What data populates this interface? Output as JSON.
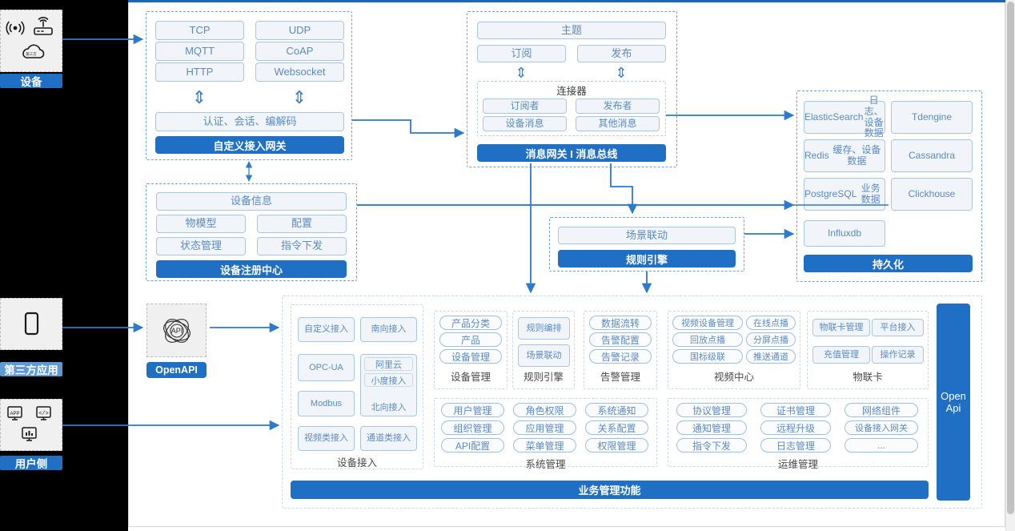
{
  "left_rail": {
    "blocks": [
      {
        "label": "设备",
        "icons": [
          "signal-waves-icon",
          "router-icon",
          "cloud-icon"
        ],
        "chip_color": "#1f6fc4"
      },
      {
        "label": "第三方应用",
        "icons": [
          "mobile-phone-icon"
        ],
        "chip_color": "#5f9ad6"
      },
      {
        "label": "用户侧",
        "icons": [
          "app-window-icon",
          "code-window-icon",
          "dashboard-window-icon"
        ],
        "chip_color": "#1f6fc4"
      }
    ]
  },
  "access_gateway": {
    "protocols": [
      "TCP",
      "UDP",
      "MQTT",
      "CoAP",
      "HTTP",
      "Websocket"
    ],
    "middle": "认证、会话、编解码",
    "footer": "自定义接入网关"
  },
  "message_gateway": {
    "topic": "主题",
    "subscribe": "订阅",
    "publish": "发布",
    "connector_title": "连接器",
    "connector_items": [
      "订阅者",
      "发布者",
      "设备消息",
      "其他消息"
    ],
    "footer": "消息网关 I 消息总线"
  },
  "device_registry": {
    "header": "设备信息",
    "items": [
      "物模型",
      "配置",
      "状态管理",
      "指令下发"
    ],
    "footer": "设备注册中心"
  },
  "rule_engine": {
    "item": "场景联动",
    "footer": "规则引擎"
  },
  "persistence": {
    "stores": [
      {
        "name": "ElasticSearch",
        "desc": "日志、设备数据"
      },
      {
        "name": "Tdengine",
        "desc": ""
      },
      {
        "name": "Redis",
        "desc": "缓存、设备数据"
      },
      {
        "name": "Cassandra",
        "desc": ""
      },
      {
        "name": "PostgreSQL",
        "desc": "业务数据"
      },
      {
        "name": "Clickhouse",
        "desc": ""
      },
      {
        "name": "Influxdb",
        "desc": ""
      }
    ],
    "footer": "持久化"
  },
  "openapi": {
    "icon": "api-atom-icon",
    "label": "OpenAPI",
    "side_label": "Open\nApi"
  },
  "business": {
    "footer": "业务管理功能",
    "device_access": {
      "caption": "设备接入",
      "left_items": [
        "自定义接入",
        "OPC-UA",
        "Modbus",
        "视频类接入"
      ],
      "right_items": [
        "南向接入",
        "北向接入",
        "通道类接入"
      ],
      "nested": [
        "阿里云",
        "小度接入"
      ]
    },
    "columns_row1": [
      {
        "caption": "设备管理",
        "items": [
          "产品分类",
          "产品",
          "设备管理"
        ]
      },
      {
        "caption": "规则引擎",
        "items": [
          "规则编排",
          "场景联动"
        ]
      },
      {
        "caption": "告警管理",
        "items": [
          "数据流转",
          "告警配置",
          "告警记录"
        ]
      }
    ],
    "video_center": {
      "caption": "视频中心",
      "left_items": [
        "视频设备管理",
        "回放点播",
        "国标级联"
      ],
      "right_items": [
        "在线点播",
        "分屏点播",
        "推送通道"
      ]
    },
    "iot_card": {
      "caption": "物联卡",
      "left_items": [
        "物联卡管理",
        "充值管理"
      ],
      "right_items": [
        "平台接入",
        "操作记录"
      ]
    },
    "system_management": {
      "caption": "系统管理",
      "rows": [
        [
          "用户管理",
          "角色权限",
          "系统通知"
        ],
        [
          "组织管理",
          "应用管理",
          "关系配置"
        ],
        [
          "API配置",
          "菜单管理",
          "权限管理"
        ]
      ]
    },
    "ops_management": {
      "caption": "运维管理",
      "rows": [
        [
          "协议管理",
          "证书管理",
          "网络组件"
        ],
        [
          "通知管理",
          "远程升级",
          "设备接入网关"
        ],
        [
          "指令下发",
          "日志管理",
          "..."
        ]
      ]
    }
  },
  "colors": {
    "accent": "#1f6fc4",
    "accent_light": "#5f9ad6",
    "pill_text": "#5a8ac4",
    "pill_bg": "#f1f5f9",
    "pill_border": "#a9c6e3",
    "dash_border": "#6ba3dd",
    "line": "#2c7ac9"
  }
}
